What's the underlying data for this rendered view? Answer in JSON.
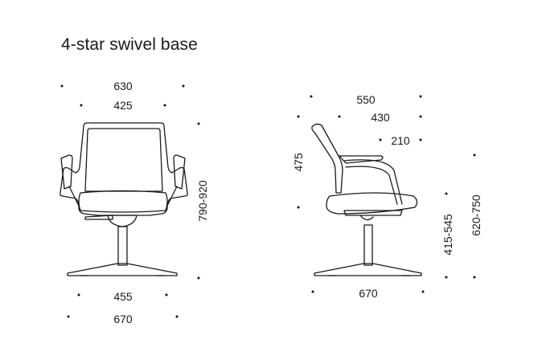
{
  "title": "4-star swivel base",
  "front_view": {
    "width_overall": "630",
    "width_seat": "425",
    "height_overall": "790-920",
    "base_width": "455",
    "base_diameter": "670"
  },
  "side_view": {
    "depth_overall": "550",
    "depth_seat": "430",
    "armrest_length": "210",
    "backrest_height": "475",
    "seat_height": "415-545",
    "armrest_height": "620-750",
    "base_diameter": "670"
  },
  "colors": {
    "line": "#1a1a1a",
    "seat_fill": "#ffffff"
  }
}
